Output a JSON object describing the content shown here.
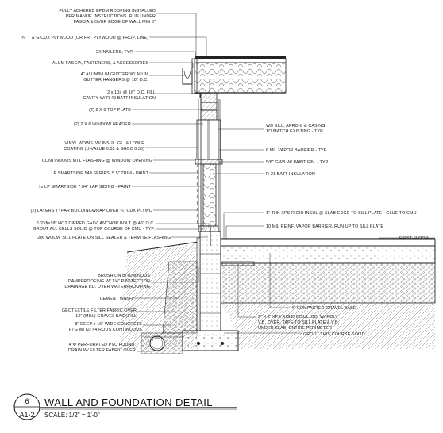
{
  "labels_left": [
    "FULLY ADHERED EPDM ROOFING INSTALLED",
    "PER MANUF. INSTRUCTIONS. RUN UNDER",
    "FASCIA & OVER EDGE OF WALL MIN 6\"",
    "¾\" T & G CDX PLYWOOD (OR FRT PLYWOOD @ PROP. LINE)",
    "2X NAILERS; TYP.",
    "ALUM FASCIA, FASTENERS, & ACCESSORIES",
    "4\" ALUMINUM GUTTER W/ ALUM",
    "GUTTER HANGERS @ 18\" O.C.",
    "2 x 10s @ 16\" O.C. FILL",
    "CAVITY W/ R-49 BATT INSULATION",
    "(2) 2 X 6 TOP PLATE",
    "(2) 2 X 6 WINDOW HEADER",
    "VINYL WDWS. W/ INSUL. GL. & LOW-E",
    "COATING (U-VALUE 0.32 & SHGC 0.35)",
    "CONTINUOUS MTL FLASHING @ WINDOW OPENING",
    "LP SMARTSIDE 540 SERIES, 5.5\" TRIM - PAINT",
    "1x LP SMARTSIDE 7.84\" LAP SIDING - PAINT",
    "(2) LAYERS TYPAR BUILDINGWRAP OVER ¾\" CDX PLYWD",
    "1/2\"Φx18\" HOT DIPPED GALV. ANCHOR BOLT @ 48\" O.C.",
    "GROUT ALL CELLS SOLID @ TOP COURSE OF CMU - TYP.",
    "2x6 WOLM. SILL PLATE ON SILL SEALER & TERMITE FLASHING",
    "BRUSH ON BITUMINOUS",
    "DAMPPROOFING W/ 1/4\" PROTECTION",
    "DRAINAGE BD. OVER WATERPROOFING",
    "CEMENT WASH",
    "GEOTEXTILE FILTER FABRIC OVER",
    "12\" (MIN.) GRAVEL BACKFILL",
    "8\" DEEP x 16\" WIDE CONCRETE",
    "FTG W/ (2) #4 RODS CONTINUOUS",
    "4\"Φ PERFORATED PVC FOUND.",
    "DRAIN W/ FILTER FABRIC OVER"
  ],
  "labels_right": [
    "WD SILL, APRON, & CASING",
    "TO MATCH EXISTING - TYP.",
    "6 MIL VAPOR BARRIER - TYP.",
    "5/8\" GWB W/ PAINT FIN. - TYP.",
    "R-21 BATT INSULATION",
    "1\" THK XPS RIGID INSUL @ SLAB EDGE TO SILL PLATE - GLUE TO CMU",
    "10 MIL REINF. VAPOR BARRIER. RUN UP TO SILL PLATE",
    "FIRST FLOOR",
    "4\" COMPACTED GRAVEL BASE",
    "2\" X 2' XPS RIGID INSUL. BD. W/ POLY",
    "V.B. OVER. TAPE TO SILL PLATE & V.B.",
    "UNDER SLAB. ENTIRE PERIMETER",
    "GROUT THIS COURSE SOLID"
  ],
  "title": {
    "detail_number": "6",
    "sheet_ref": "A1-2",
    "name": "WALL AND FOUNDATION DETAIL",
    "scale": "SCALE: 1/2\" = 1'-0\""
  }
}
